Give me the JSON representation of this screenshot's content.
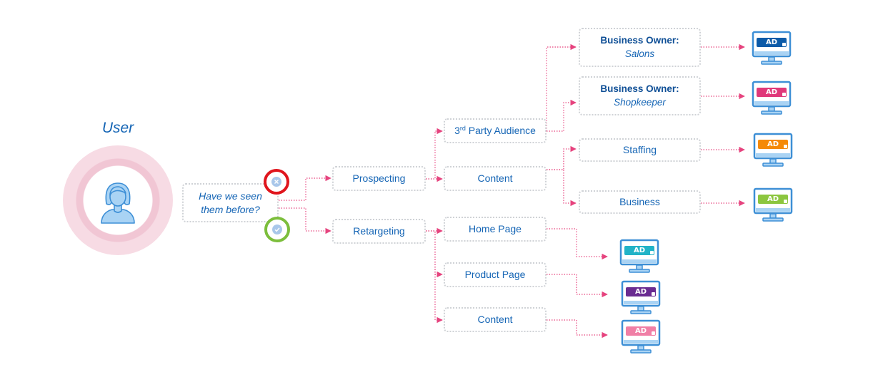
{
  "user": {
    "title": "User",
    "icon": "user-avatar-icon"
  },
  "question": {
    "line1": "Have we seen",
    "line2": "them before?"
  },
  "status": {
    "no_icon": "x-circle-icon",
    "yes_icon": "check-circle-icon",
    "no_color": "#e0151d",
    "yes_color": "#7cbe3c"
  },
  "nodes": {
    "prospecting": "Prospecting",
    "retargeting": "Retargeting",
    "third_party": {
      "prefix": "3",
      "sup": "rd",
      "rest": " Party Audience"
    },
    "content_prospect": "Content",
    "owner_salons": {
      "bold": "Business Owner:",
      "ital": "Salons"
    },
    "owner_shopkeeper": {
      "bold": "Business Owner:",
      "ital": "Shopkeeper"
    },
    "staffing": "Staffing",
    "business": "Business",
    "home_page": "Home Page",
    "product_page": "Product Page",
    "content_retarget": "Content"
  },
  "ads": {
    "label": "AD",
    "icon": "monitor-icon",
    "colors": {
      "salons": "#0d5ba8",
      "shopkeeper": "#e0387a",
      "staffing": "#f58a07",
      "business": "#8cc63f",
      "home_page": "#22b3c7",
      "product_page": "#6a2c91",
      "content": "#f07fa6"
    }
  },
  "colors": {
    "arrow": "#e6437e",
    "text": "#1565b5",
    "border": "#cfd2d6",
    "monitor": "#3d8fd6"
  }
}
